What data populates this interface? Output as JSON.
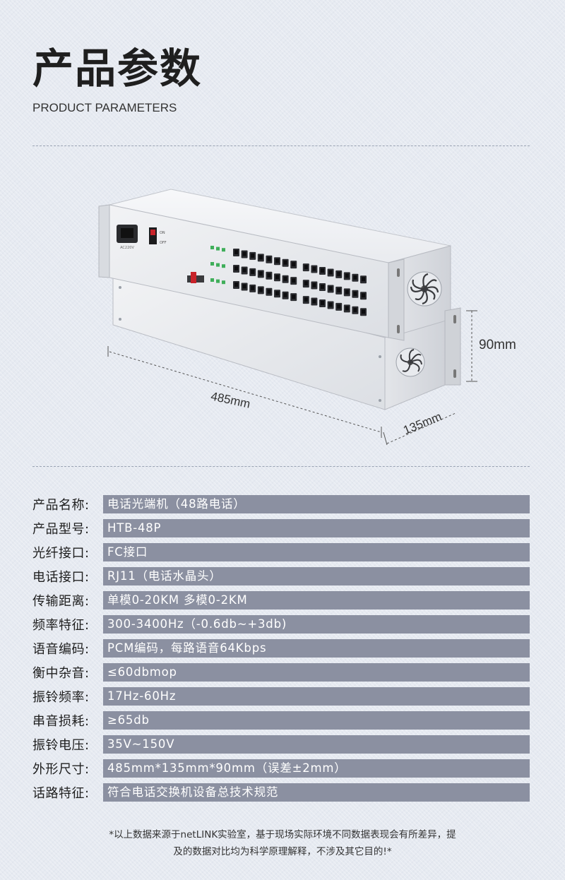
{
  "header": {
    "title": "产品参数",
    "subtitle": "PRODUCT PARAMETERS"
  },
  "dimensions": {
    "width": "485mm",
    "depth": "135mm",
    "height": "90mm"
  },
  "device_labels": {
    "power": "AC220V",
    "switch_on": "ON",
    "switch_off": "OFF"
  },
  "specs": [
    {
      "label": "产品名称:",
      "value": "电话光端机（48路电话）"
    },
    {
      "label": "产品型号:",
      "value": "HTB-48P"
    },
    {
      "label": "光纤接口:",
      "value": "FC接口"
    },
    {
      "label": "电话接口:",
      "value": "RJ11（电话水晶头）"
    },
    {
      "label": "传输距离:",
      "value": "单模0-20KM  多模0-2KM"
    },
    {
      "label": "频率特征:",
      "value": "300-3400Hz（-0.6db~+3db)"
    },
    {
      "label": "语音编码:",
      "value": "PCM编码，每路语音64Kbps"
    },
    {
      "label": "衡中杂音:",
      "value": "≤60dbmop"
    },
    {
      "label": "振铃频率:",
      "value": "17Hz-60Hz"
    },
    {
      "label": "串音损耗:",
      "value": "≥65db"
    },
    {
      "label": "振铃电压:",
      "value": "35V~150V"
    },
    {
      "label": "外形尺寸:",
      "value": "485mm*135mm*90mm（误差±2mm）"
    },
    {
      "label": "话路特征:",
      "value": "符合电话交换机设备总技术规范"
    }
  ],
  "footnote": {
    "line1": "*以上数据来源于netLINK实验室，基于现场实际环境不同数据表现会有所差异，提",
    "line2": "及的数据对比均为科学原理解释，不涉及其它目的!*"
  }
}
